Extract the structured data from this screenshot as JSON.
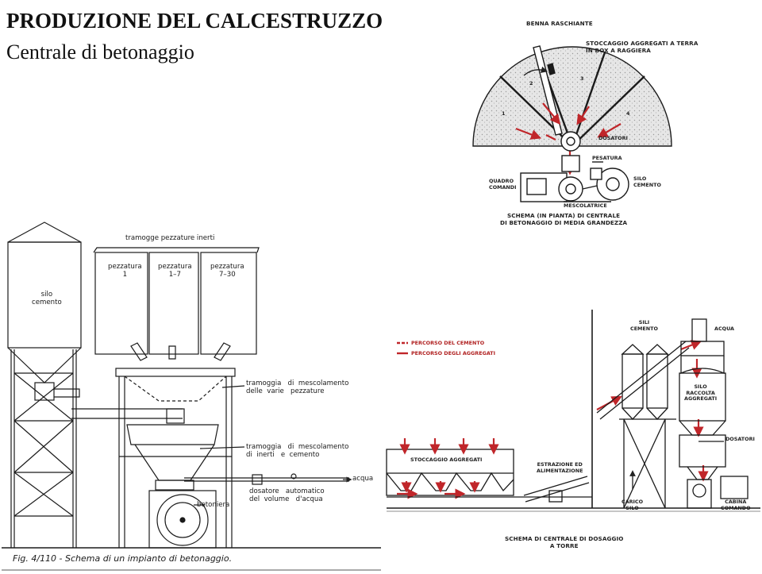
{
  "header": {
    "title": "PRODUZIONE DEL CALCESTRUZZO",
    "subtitle": "Centrale di betonaggio"
  },
  "left_drawing": {
    "top_label": "tramogge  pezzature  inerti",
    "silo": "silo\ncemento",
    "bins": [
      "pezzatura\n1",
      "pezzatura\n1–7",
      "pezzatura\n7–30"
    ],
    "hopper_sizes": "tramoggia   di  mescolamento\ndelle  varie   pezzature",
    "hopper_mix": "tramoggia   di  mescolamento\ndi  inerti   e  cemento",
    "water": "acqua",
    "water_dispenser": "dosatore   automatico\ndel  volume   d'acqua",
    "mixer": "betoniera",
    "caption": "Fig. 4/110 -  Schema  di un  impianto  di betonaggio."
  },
  "plan_drawing": {
    "benna": "BENNA RASCHIANTE",
    "stock": "STOCCAGGIO AGGREGATI A TERRA\nIN BOX A RAGGIERA",
    "sectors": [
      "1",
      "2",
      "3",
      "4"
    ],
    "dosatori": "DOSATORI",
    "pesatura": "PESATURA",
    "quadro": "QUADRO\nCOMANDI",
    "silo": "SILO\nCEMENTO",
    "mescolatrice": "MESCOLATRICE",
    "caption": "SCHEMA (IN PIANTA) DI CENTRALE\nDI BETONAGGIO DI MEDIA GRANDEZZA"
  },
  "tower_drawing": {
    "legend": [
      "PERCORSO DEL CEMENTO",
      "PERCORSO DEGLI AGGREGATI"
    ],
    "sili": "SILI\nCEMENTO",
    "acqua": "ACQUA",
    "silo_raccolta": "SILO\nRACCOLTA\nAGGREGATI",
    "dosatori": "DOSATORI",
    "stoccaggio": "STOCCAGGIO AGGREGATI",
    "estrazione": "ESTRAZIONE ED\nALIMENTAZIONE",
    "carico": "CARICO\nSILO",
    "cabina": "CABINA\nCOMANDO",
    "caption": "SCHEMA DI CENTRALE DI DOSAGGIO\nA TORRE"
  },
  "colors": {
    "red_arrow": "#c0262a",
    "speckle": "#d9d9d9",
    "ink": "#1b1b1b"
  }
}
